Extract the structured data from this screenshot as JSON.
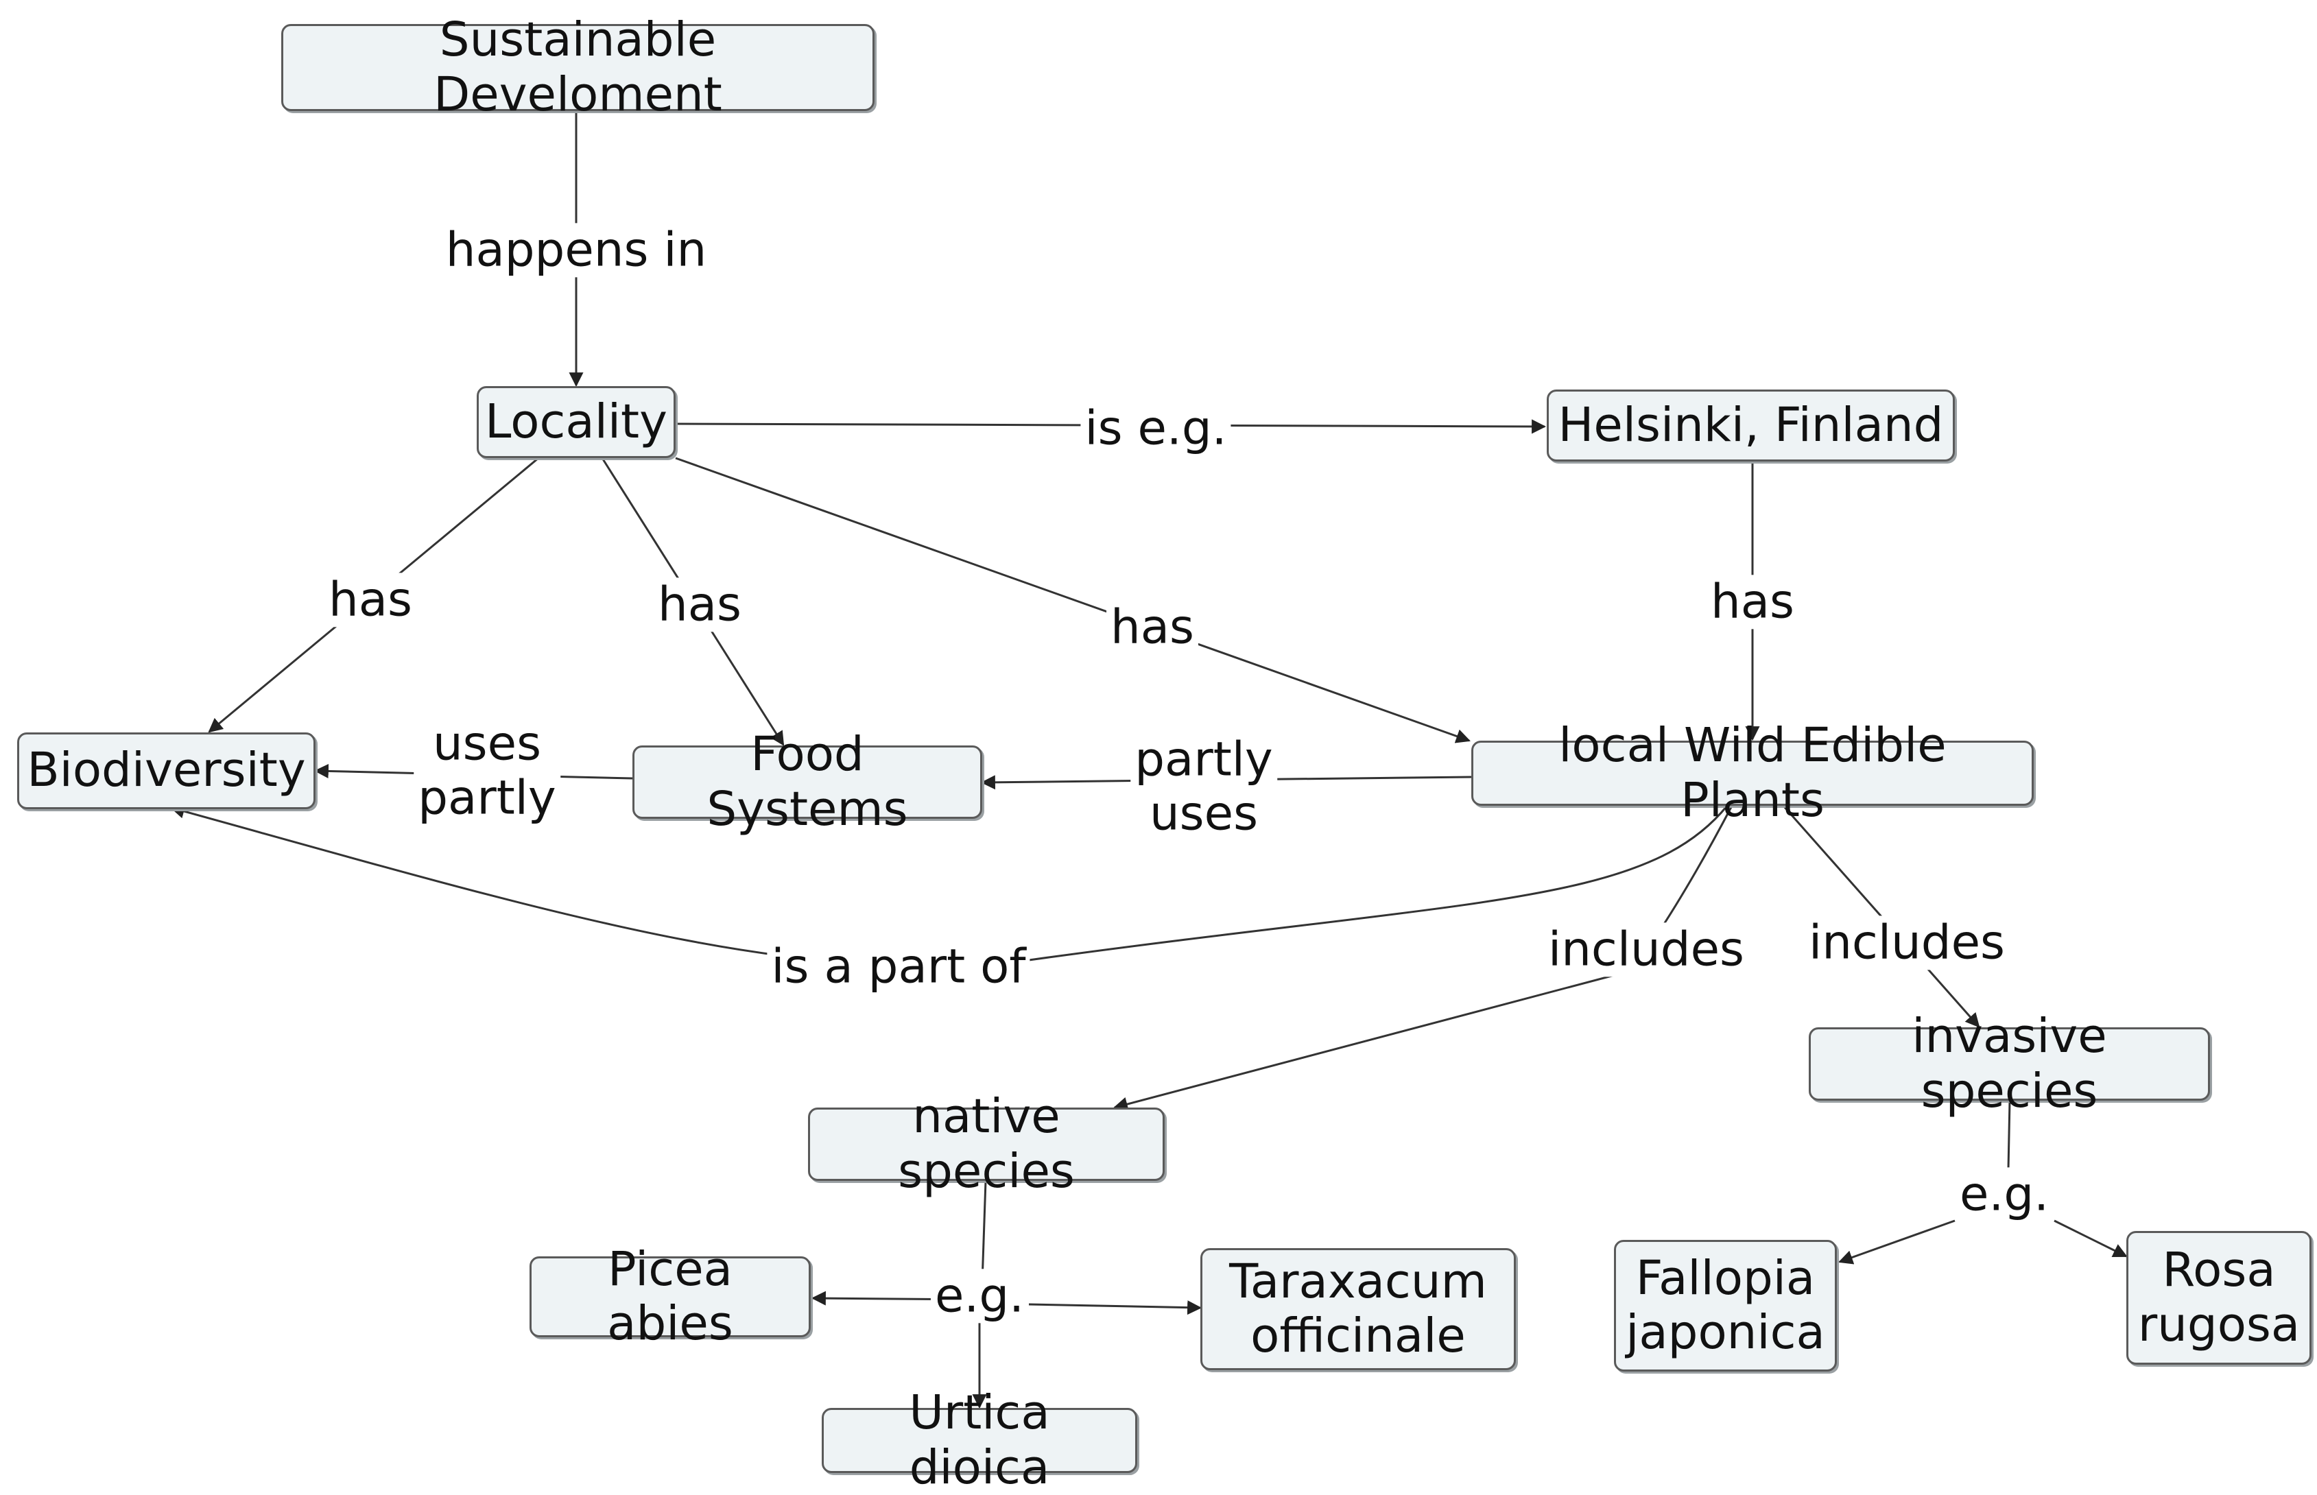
{
  "nodes": {
    "sustainable": "Sustainable Develoment",
    "locality": "Locality",
    "helsinki": "Helsinki, Finland",
    "biodiversity": "Biodiversity",
    "food_systems": "Food Systems",
    "wild_edible": "local Wild Edible Plants",
    "invasive": "invasive species",
    "native": "native species",
    "picea": "Picea abies",
    "taraxacum": "Taraxacum\nofficinale",
    "urtica": "Urtica dioica",
    "fallopia": "Fallopia\njaponica",
    "rosa": "Rosa\nrugosa"
  },
  "links": {
    "happens_in": "happens in",
    "is_eg": "is e.g.",
    "has_biodiversity": "has",
    "has_food": "has",
    "has_wild": "has",
    "helsinki_has": "has",
    "uses_partly": "uses\npartly",
    "partly_uses": "partly\nuses",
    "is_part_of": "is a part of",
    "includes_native": "includes",
    "includes_invasive": "includes",
    "eg_native": "e.g.",
    "eg_invasive": "e.g."
  }
}
